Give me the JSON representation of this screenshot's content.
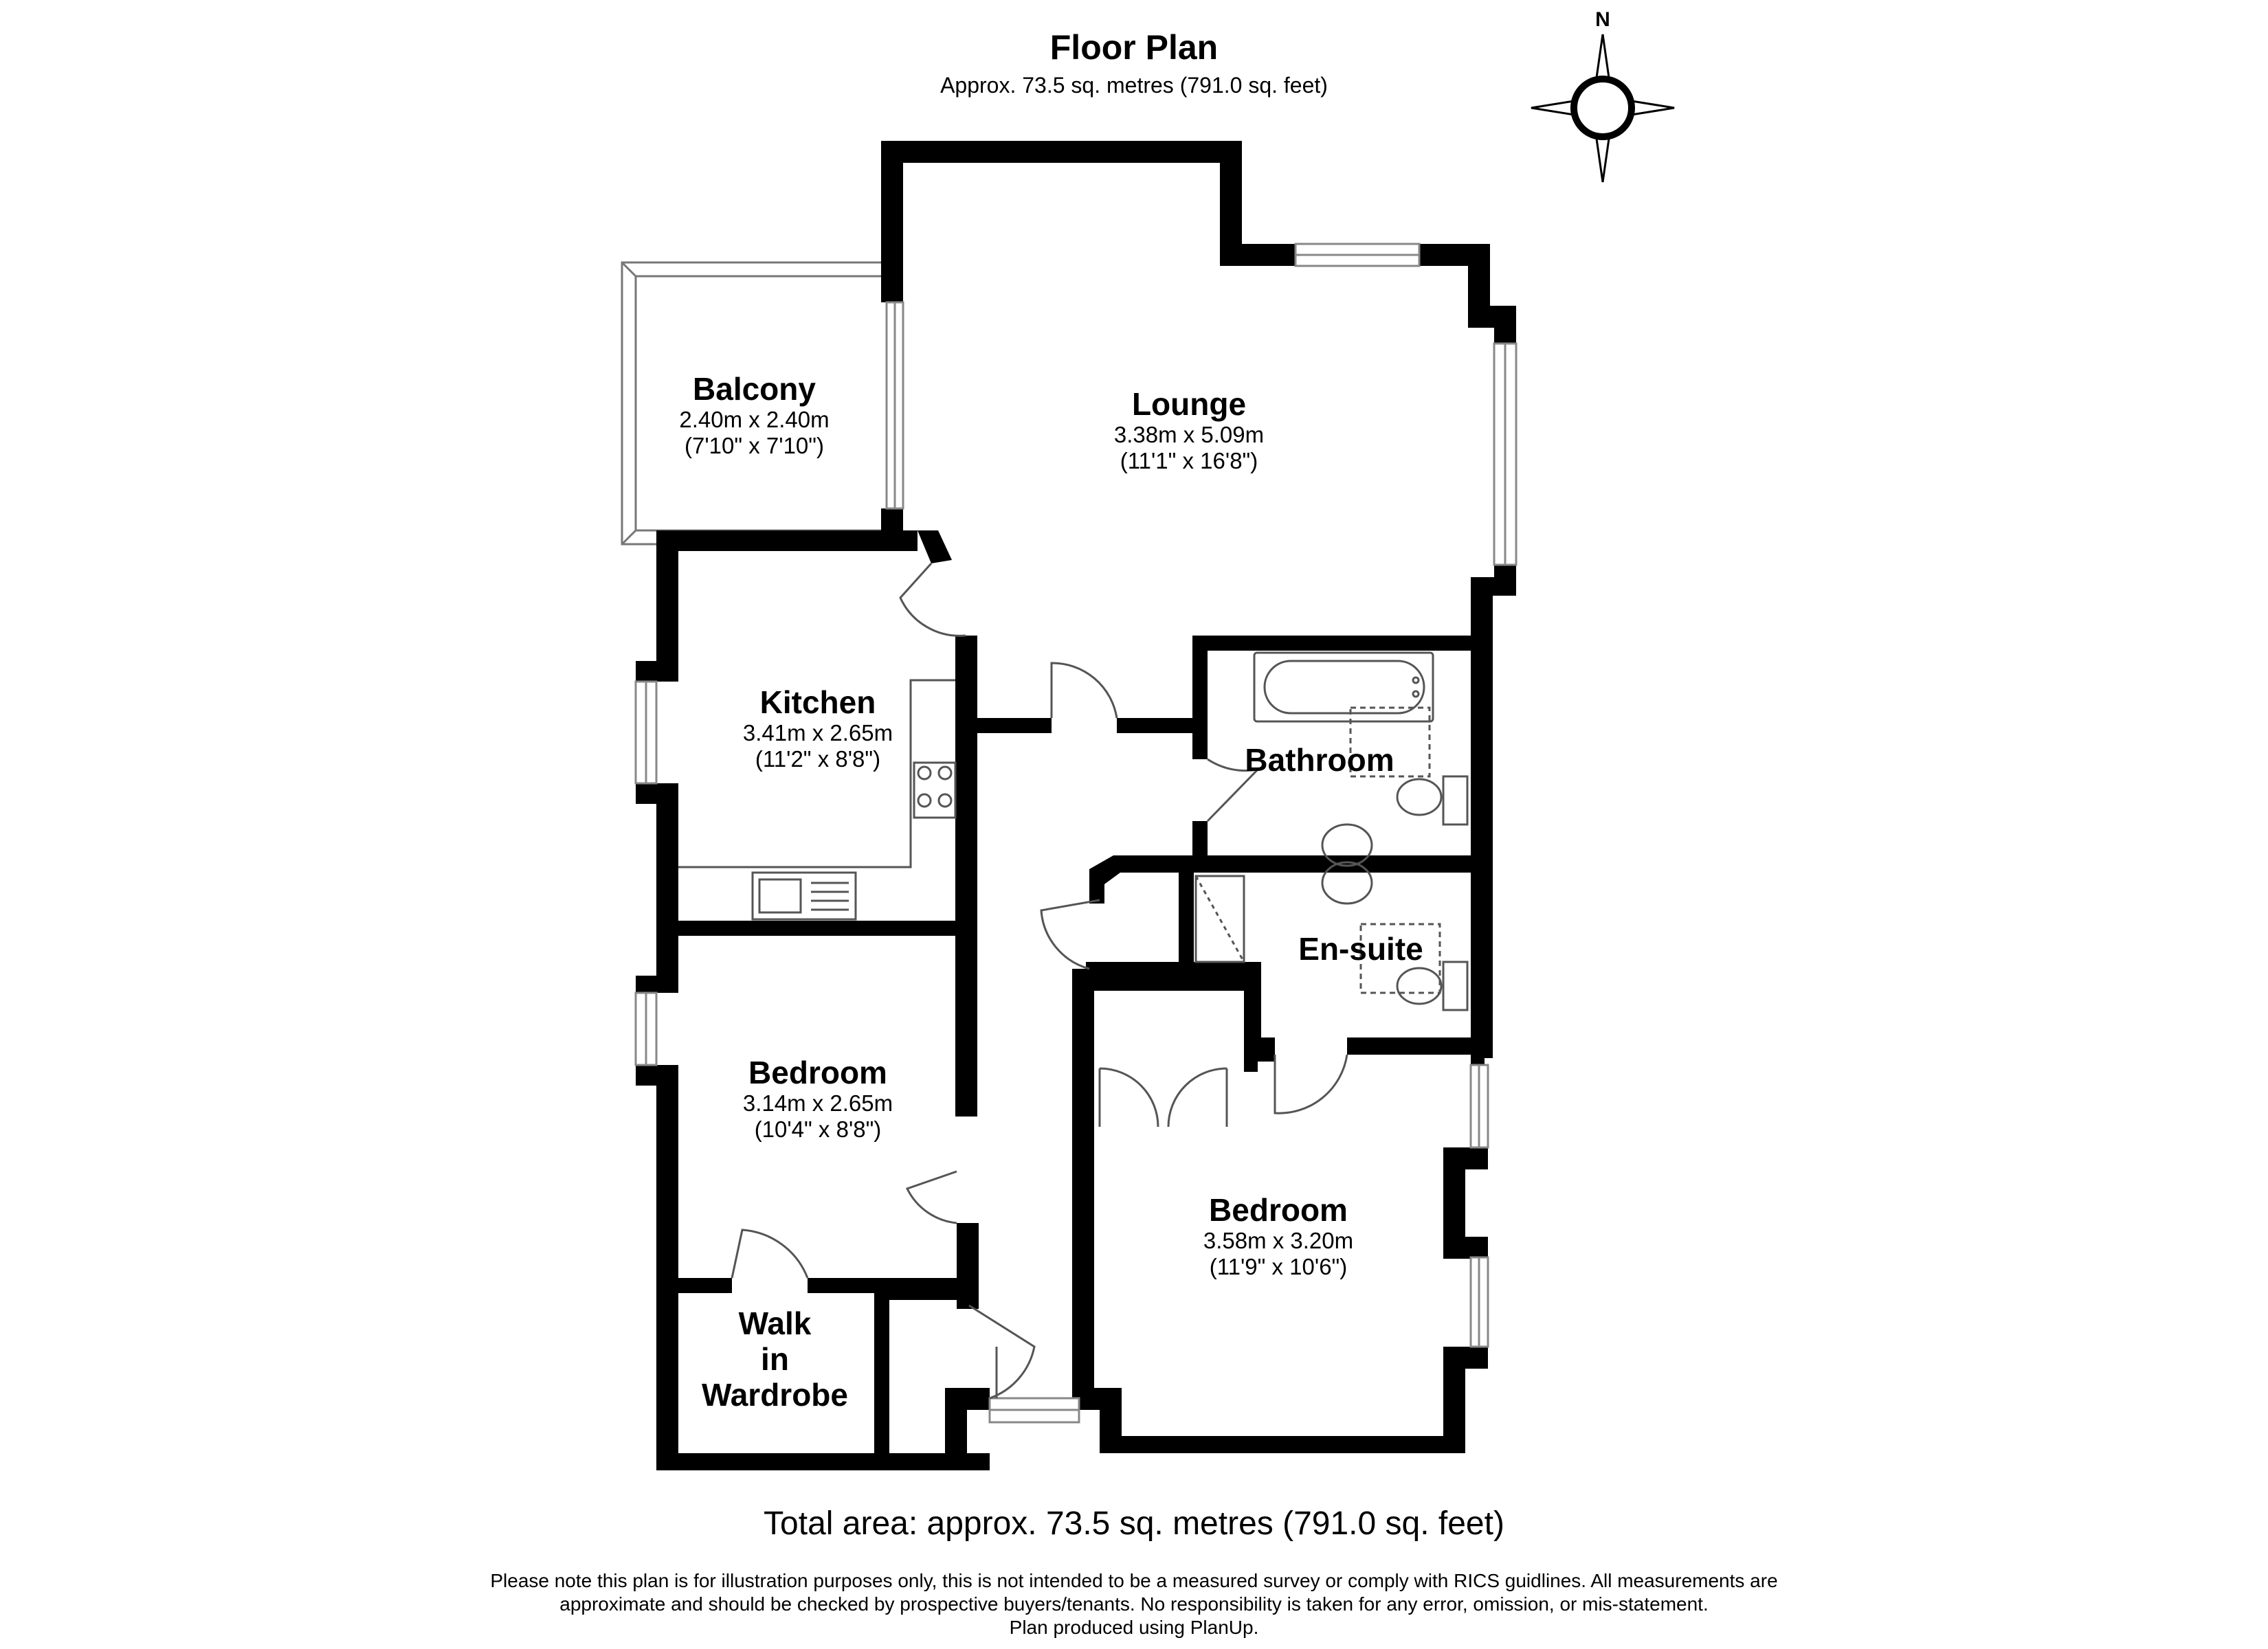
{
  "header": {
    "title": "Floor Plan",
    "subtitle": "Approx. 73.5 sq. metres (791.0 sq. feet)"
  },
  "compass": {
    "label": "N"
  },
  "rooms": {
    "balcony": {
      "name": "Balcony",
      "metric": "2.40m x 2.40m",
      "imperial": "(7'10\" x 7'10\")"
    },
    "lounge": {
      "name": "Lounge",
      "metric": "3.38m x 5.09m",
      "imperial": "(11'1\" x 16'8\")"
    },
    "kitchen": {
      "name": "Kitchen",
      "metric": "3.41m x 2.65m",
      "imperial": "(11'2\" x 8'8\")"
    },
    "bathroom": {
      "name": "Bathroom"
    },
    "ensuite": {
      "name": "En-suite"
    },
    "bedroom1": {
      "name": "Bedroom",
      "metric": "3.14m x 2.65m",
      "imperial": "(10'4\" x 8'8\")"
    },
    "bedroom2": {
      "name": "Bedroom",
      "metric": "3.58m x 3.20m",
      "imperial": "(11'9\" x 10'6\")"
    },
    "wardrobe": {
      "name_line1": "Walk",
      "name_line2": "in",
      "name_line3": "Wardrobe"
    }
  },
  "footer": {
    "total": "Total area: approx. 73.5 sq. metres (791.0 sq. feet)",
    "disclaimer_line1": "Please note this plan is for illustration purposes only, this is not intended to be a measured survey or comply with RICS guidlines. All measurements are",
    "disclaimer_line2": "approximate and should be checked by prospective buyers/tenants. No responsibility is taken for any error, omission, or mis-statement.",
    "credit": "Plan produced using PlanUp."
  },
  "colors": {
    "wall": "#000000",
    "fixture": "#666666",
    "window": "#888888",
    "background": "#ffffff"
  }
}
